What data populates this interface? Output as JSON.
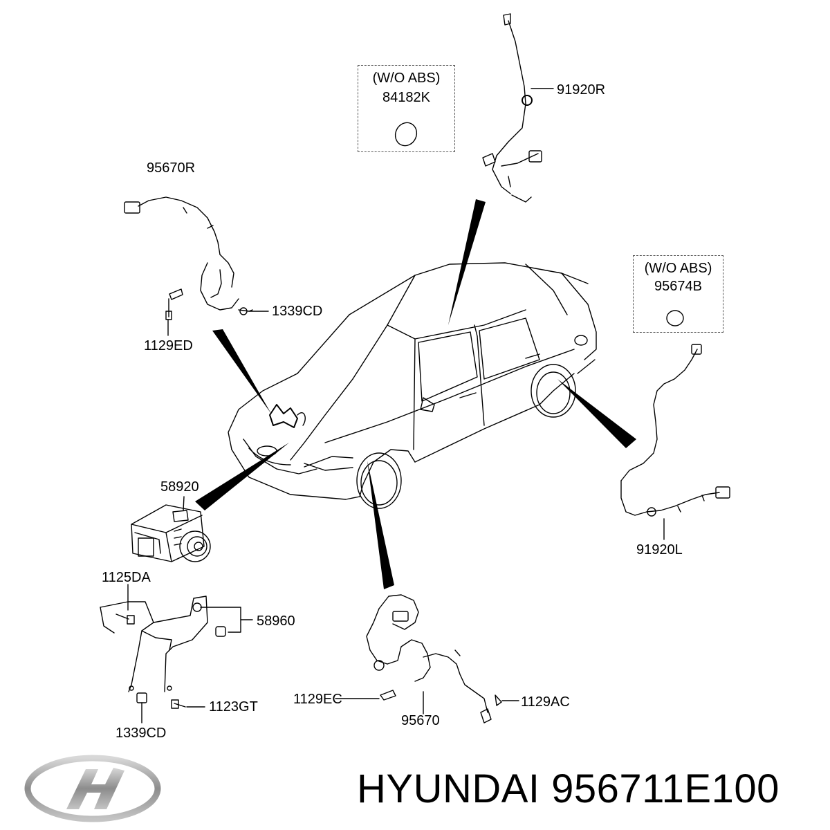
{
  "labels": {
    "p91920R": "91920R",
    "p95670R": "95670R",
    "p1339CD_top": "1339CD",
    "p1129ED": "1129ED",
    "p58920": "58920",
    "p1125DA": "1125DA",
    "p58960": "58960",
    "p1123GT": "1123GT",
    "p1339CD_bottom": "1339CD",
    "p1129EC": "1129EC",
    "p95670": "95670",
    "p1129AC": "1129AC",
    "p91920L": "91920L"
  },
  "callout_boxes": {
    "rear_seal": {
      "line1": "(W/O ABS)",
      "line2": "84182K"
    },
    "front_seal": {
      "line1": "(W/O ABS)",
      "line2": "95674B"
    }
  },
  "brand": {
    "name": "HYUNDAI",
    "part_number": "956711E100",
    "logo_icon": "hyundai-logo"
  },
  "colors": {
    "line": "#000000",
    "logo_silver": "#9a9a9a"
  }
}
